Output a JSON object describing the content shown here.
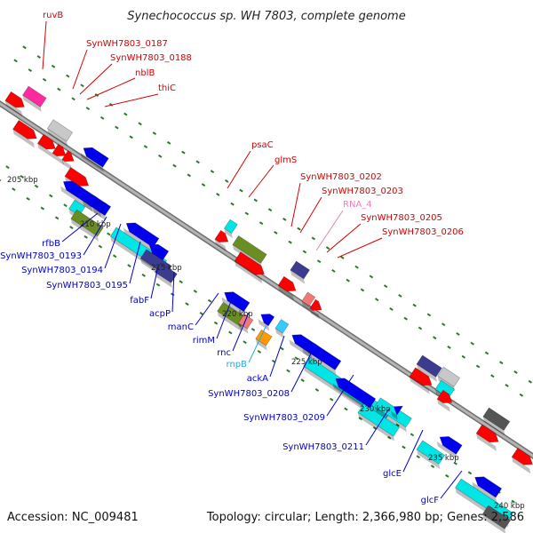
{
  "title": "Synechococcus sp. WH 7803, complete genome",
  "footer": {
    "accession": "Accession: NC_009481",
    "summary": "Topology: circular; Length: 2,366,980 bp; Genes: 2,586"
  },
  "colors": {
    "backbone": "#8c8c8c",
    "forward_label": "#d60000",
    "reverse_label": "#0000c8",
    "rna_label_pink": "#e680b4",
    "rna_label_cyan": "#28aadc",
    "tick": "#2a7a2a",
    "cds_forward": "#ff0000",
    "cds_reverse": "#0000ee",
    "cyan": "#00e5e5",
    "olive": "#6b8e23",
    "navy": "#3b3b8f",
    "grey": "#c8c8c8",
    "dark_grey": "#555555",
    "magenta": "#ff2aa0",
    "pink": "#f07878",
    "orange": "#ff9900",
    "light_blue": "#33ccff"
  },
  "kbp_labels": [
    "205 kbp",
    "210 kbp",
    "215 kbp",
    "220 kbp",
    "225 kbp",
    "230 kbp",
    "235 kbp",
    "240 kbp"
  ],
  "labels_top": [
    "ruvB",
    "SynWH7803_0187",
    "SynWH7803_0188",
    "nblB",
    "thiC",
    "psaC",
    "glmS",
    "SynWH7803_0202",
    "SynWH7803_0203",
    "RNA_4",
    "SynWH7803_0205",
    "SynWH7803_0206"
  ],
  "labels_bottom": [
    "rfbB",
    "SynWH7803_0193",
    "SynWH7803_0194",
    "SynWH7803_0195",
    "fabF",
    "acpP",
    "manC",
    "rimM",
    "rnc",
    "rnpB",
    "ackA",
    "SynWH7803_0208",
    "SynWH7803_0209",
    "SynWH7803_0211",
    "glcE",
    "glcF"
  ]
}
